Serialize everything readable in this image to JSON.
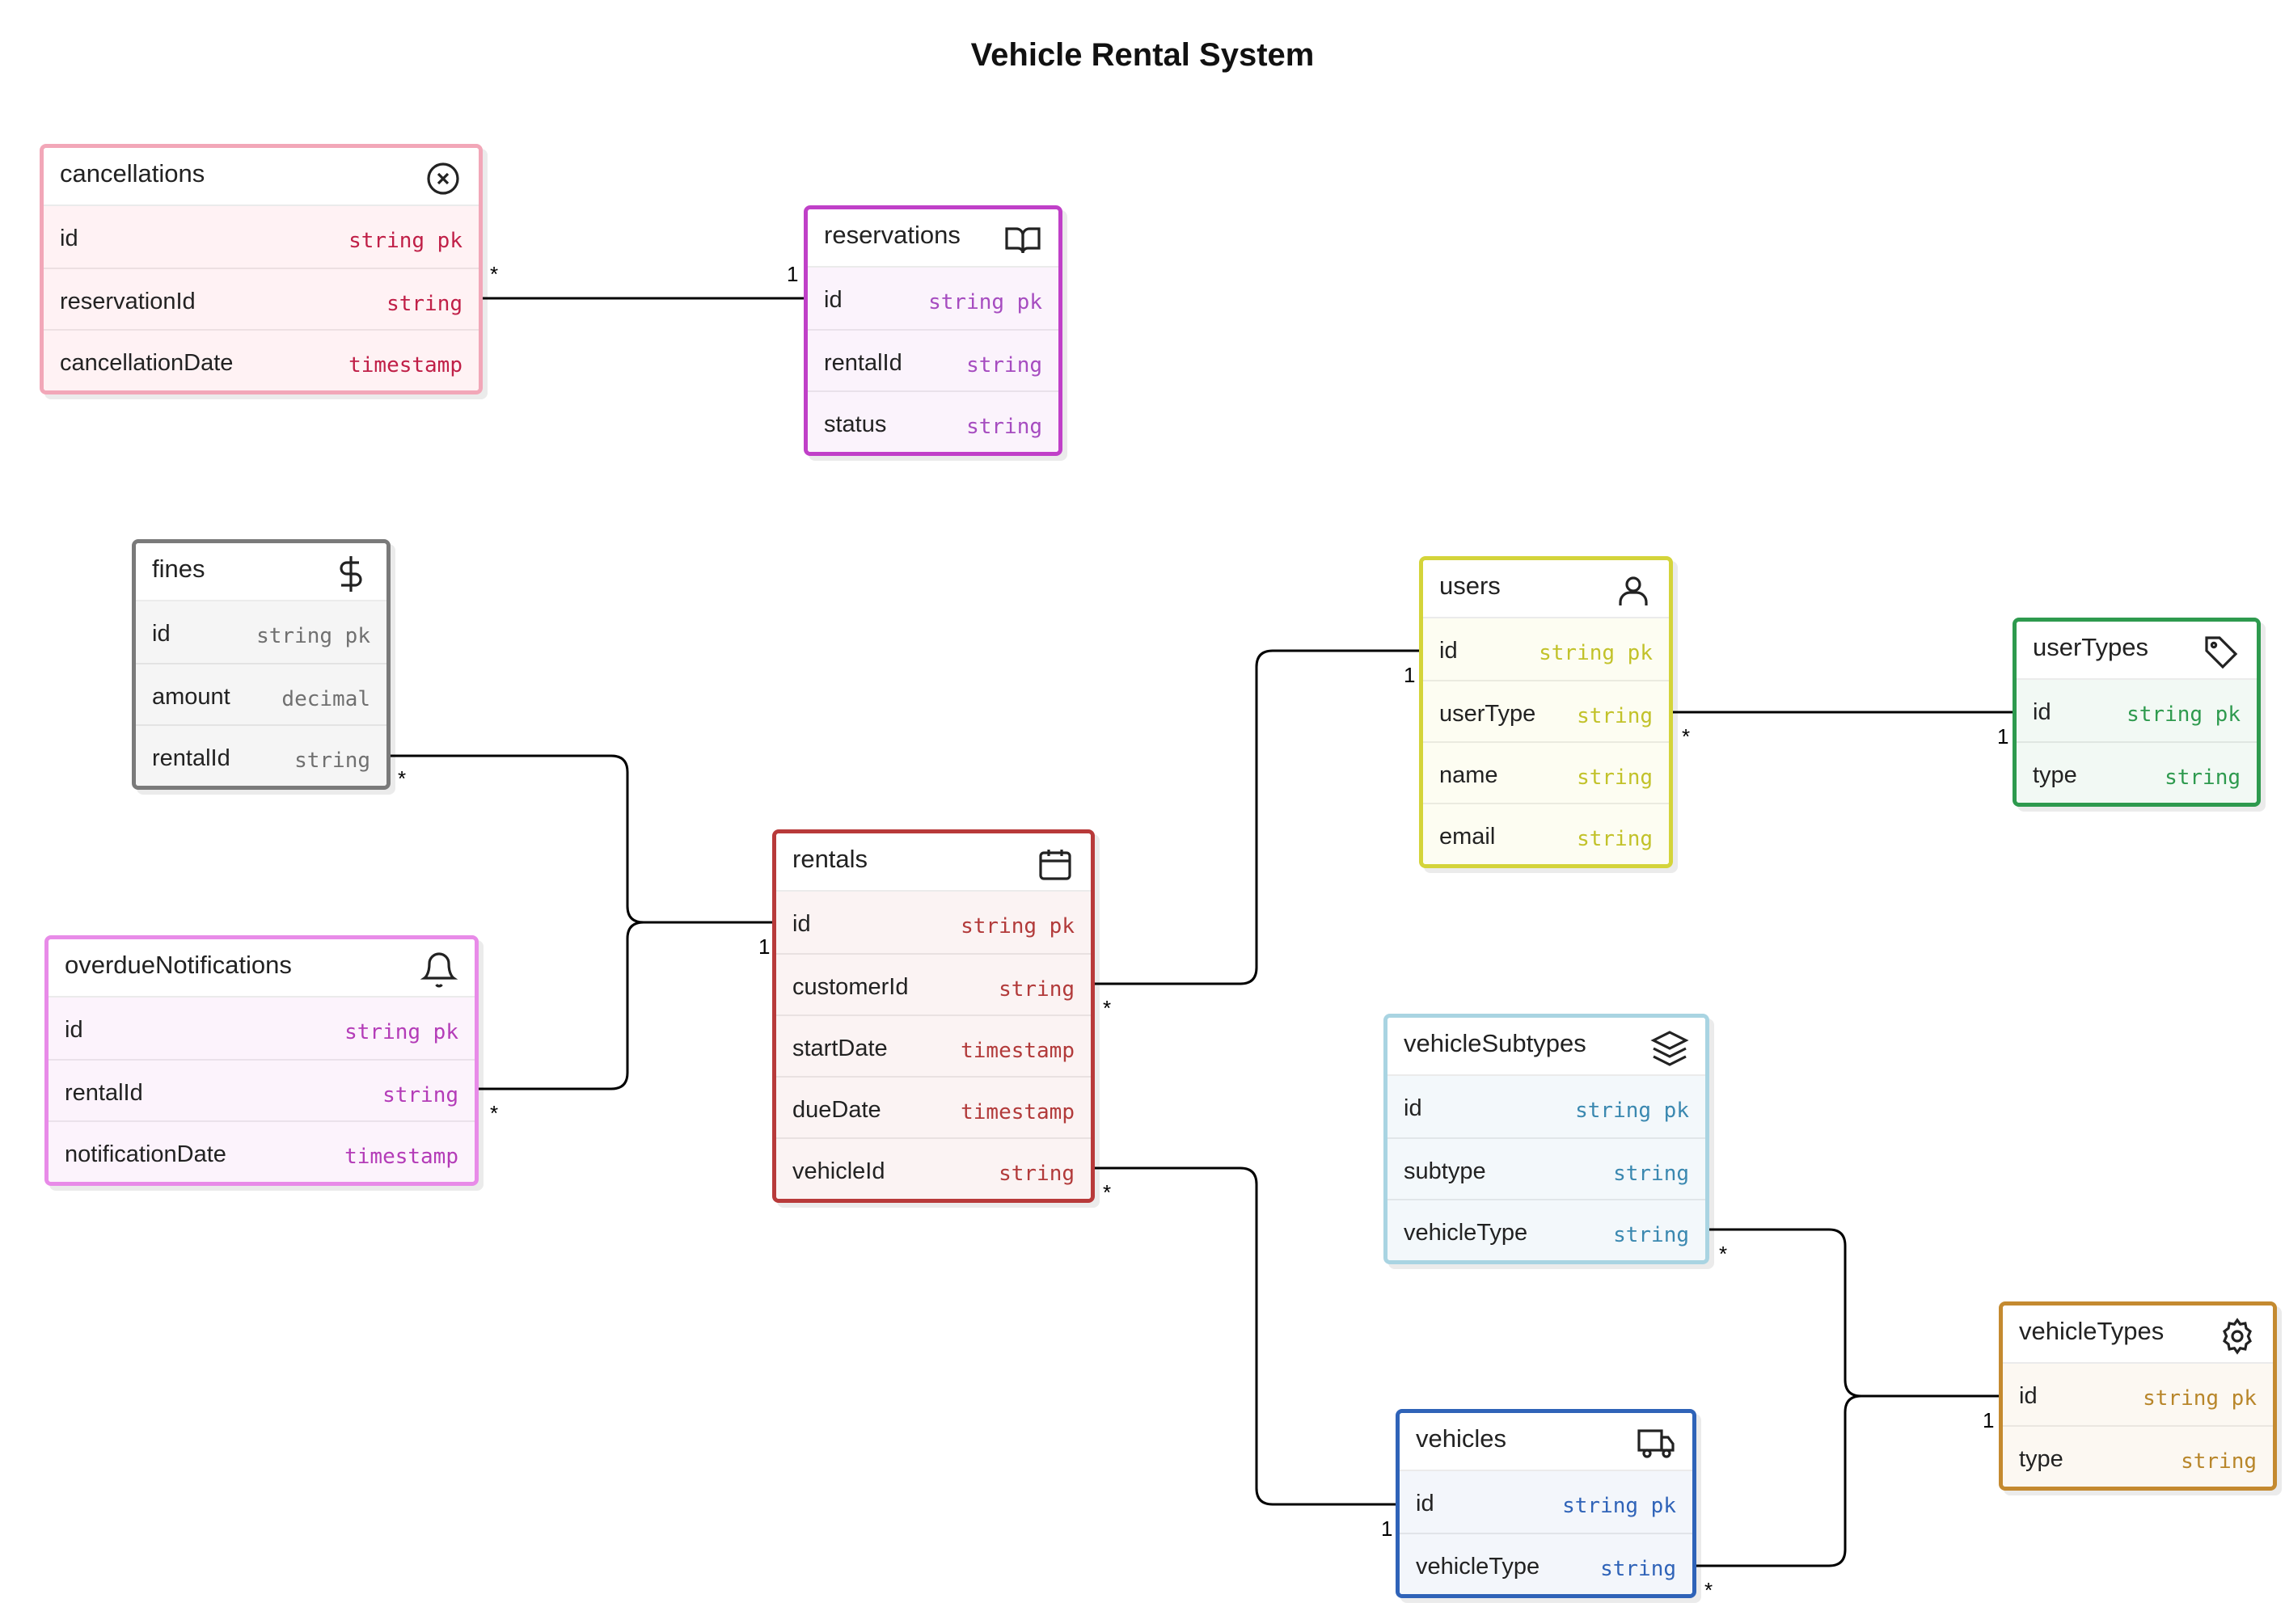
{
  "title": "Vehicle Rental System",
  "entities": {
    "cancellations": {
      "name": "cancellations",
      "icon": "circle-x-icon",
      "accent": "#f2a7b8",
      "bg": "#fff2f4",
      "typeColor": "#c01f47",
      "fields": [
        {
          "name": "id",
          "type": "string  pk"
        },
        {
          "name": "reservationId",
          "type": "string"
        },
        {
          "name": "cancellationDate",
          "type": "timestamp"
        }
      ]
    },
    "reservations": {
      "name": "reservations",
      "icon": "book-open-icon",
      "accent": "#c040c8",
      "bg": "#fbf3fc",
      "typeColor": "#a64cc0",
      "fields": [
        {
          "name": "id",
          "type": "string  pk"
        },
        {
          "name": "rentalId",
          "type": "string"
        },
        {
          "name": "status",
          "type": "string"
        }
      ]
    },
    "fines": {
      "name": "fines",
      "icon": "dollar-sign-icon",
      "accent": "#7a7a7a",
      "bg": "#f5f5f5",
      "typeColor": "#707070",
      "fields": [
        {
          "name": "id",
          "type": "string  pk"
        },
        {
          "name": "amount",
          "type": "decimal"
        },
        {
          "name": "rentalId",
          "type": "string"
        }
      ]
    },
    "overdueNotifications": {
      "name": "overdueNotifications",
      "icon": "bell-icon",
      "accent": "#e88be8",
      "bg": "#fcf3fc",
      "typeColor": "#b43cb8",
      "fields": [
        {
          "name": "id",
          "type": "string  pk"
        },
        {
          "name": "rentalId",
          "type": "string"
        },
        {
          "name": "notificationDate",
          "type": "timestamp"
        }
      ]
    },
    "rentals": {
      "name": "rentals",
      "icon": "calendar-icon",
      "accent": "#b83a3a",
      "bg": "#fbf3f3",
      "typeColor": "#b23a3a",
      "fields": [
        {
          "name": "id",
          "type": "string  pk"
        },
        {
          "name": "customerId",
          "type": "string"
        },
        {
          "name": "startDate",
          "type": "timestamp"
        },
        {
          "name": "dueDate",
          "type": "timestamp"
        },
        {
          "name": "vehicleId",
          "type": "string"
        }
      ]
    },
    "users": {
      "name": "users",
      "icon": "user-icon",
      "accent": "#d4d43a",
      "bg": "#fdfdf2",
      "typeColor": "#c2c22a",
      "fields": [
        {
          "name": "id",
          "type": "string  pk"
        },
        {
          "name": "userType",
          "type": "string"
        },
        {
          "name": "name",
          "type": "string"
        },
        {
          "name": "email",
          "type": "string"
        }
      ]
    },
    "userTypes": {
      "name": "userTypes",
      "icon": "tag-icon",
      "accent": "#2e9a4e",
      "bg": "#f2f9f4",
      "typeColor": "#2e9a4e",
      "fields": [
        {
          "name": "id",
          "type": "string  pk"
        },
        {
          "name": "type",
          "type": "string"
        }
      ]
    },
    "vehicleSubtypes": {
      "name": "vehicleSubtypes",
      "icon": "layers-icon",
      "accent": "#a9d4e2",
      "bg": "#f3f8fb",
      "typeColor": "#3a88b0",
      "fields": [
        {
          "name": "id",
          "type": "string  pk"
        },
        {
          "name": "subtype",
          "type": "string"
        },
        {
          "name": "vehicleType",
          "type": "string"
        }
      ]
    },
    "vehicles": {
      "name": "vehicles",
      "icon": "truck-icon",
      "accent": "#2f63b8",
      "bg": "#f3f6fb",
      "typeColor": "#2f63b8",
      "fields": [
        {
          "name": "id",
          "type": "string  pk"
        },
        {
          "name": "vehicleType",
          "type": "string"
        }
      ]
    },
    "vehicleTypes": {
      "name": "vehicleTypes",
      "icon": "gear-icon",
      "accent": "#c48a30",
      "bg": "#fcf8f2",
      "typeColor": "#b8862a",
      "fields": [
        {
          "name": "id",
          "type": "string  pk"
        },
        {
          "name": "type",
          "type": "string"
        }
      ]
    }
  },
  "relationships": [
    {
      "from": "cancellations.reservationId",
      "to": "reservations.id",
      "fromCard": "*",
      "toCard": "1"
    },
    {
      "from": "fines.rentalId",
      "to": "rentals.id",
      "fromCard": "*",
      "toCard": "1"
    },
    {
      "from": "overdueNotifications.rentalId",
      "to": "rentals.id",
      "fromCard": "*",
      "toCard": "1"
    },
    {
      "from": "rentals.customerId",
      "to": "users.id",
      "fromCard": "*",
      "toCard": "1"
    },
    {
      "from": "users.userType",
      "to": "userTypes.id",
      "fromCard": "*",
      "toCard": "1"
    },
    {
      "from": "rentals.vehicleId",
      "to": "vehicles.id",
      "fromCard": "*",
      "toCard": "1"
    },
    {
      "from": "vehicleSubtypes.vehicleType",
      "to": "vehicleTypes.id",
      "fromCard": "*",
      "toCard": "1"
    },
    {
      "from": "vehicles.vehicleType",
      "to": "vehicleTypes.id",
      "fromCard": "*",
      "toCard": "1"
    }
  ]
}
